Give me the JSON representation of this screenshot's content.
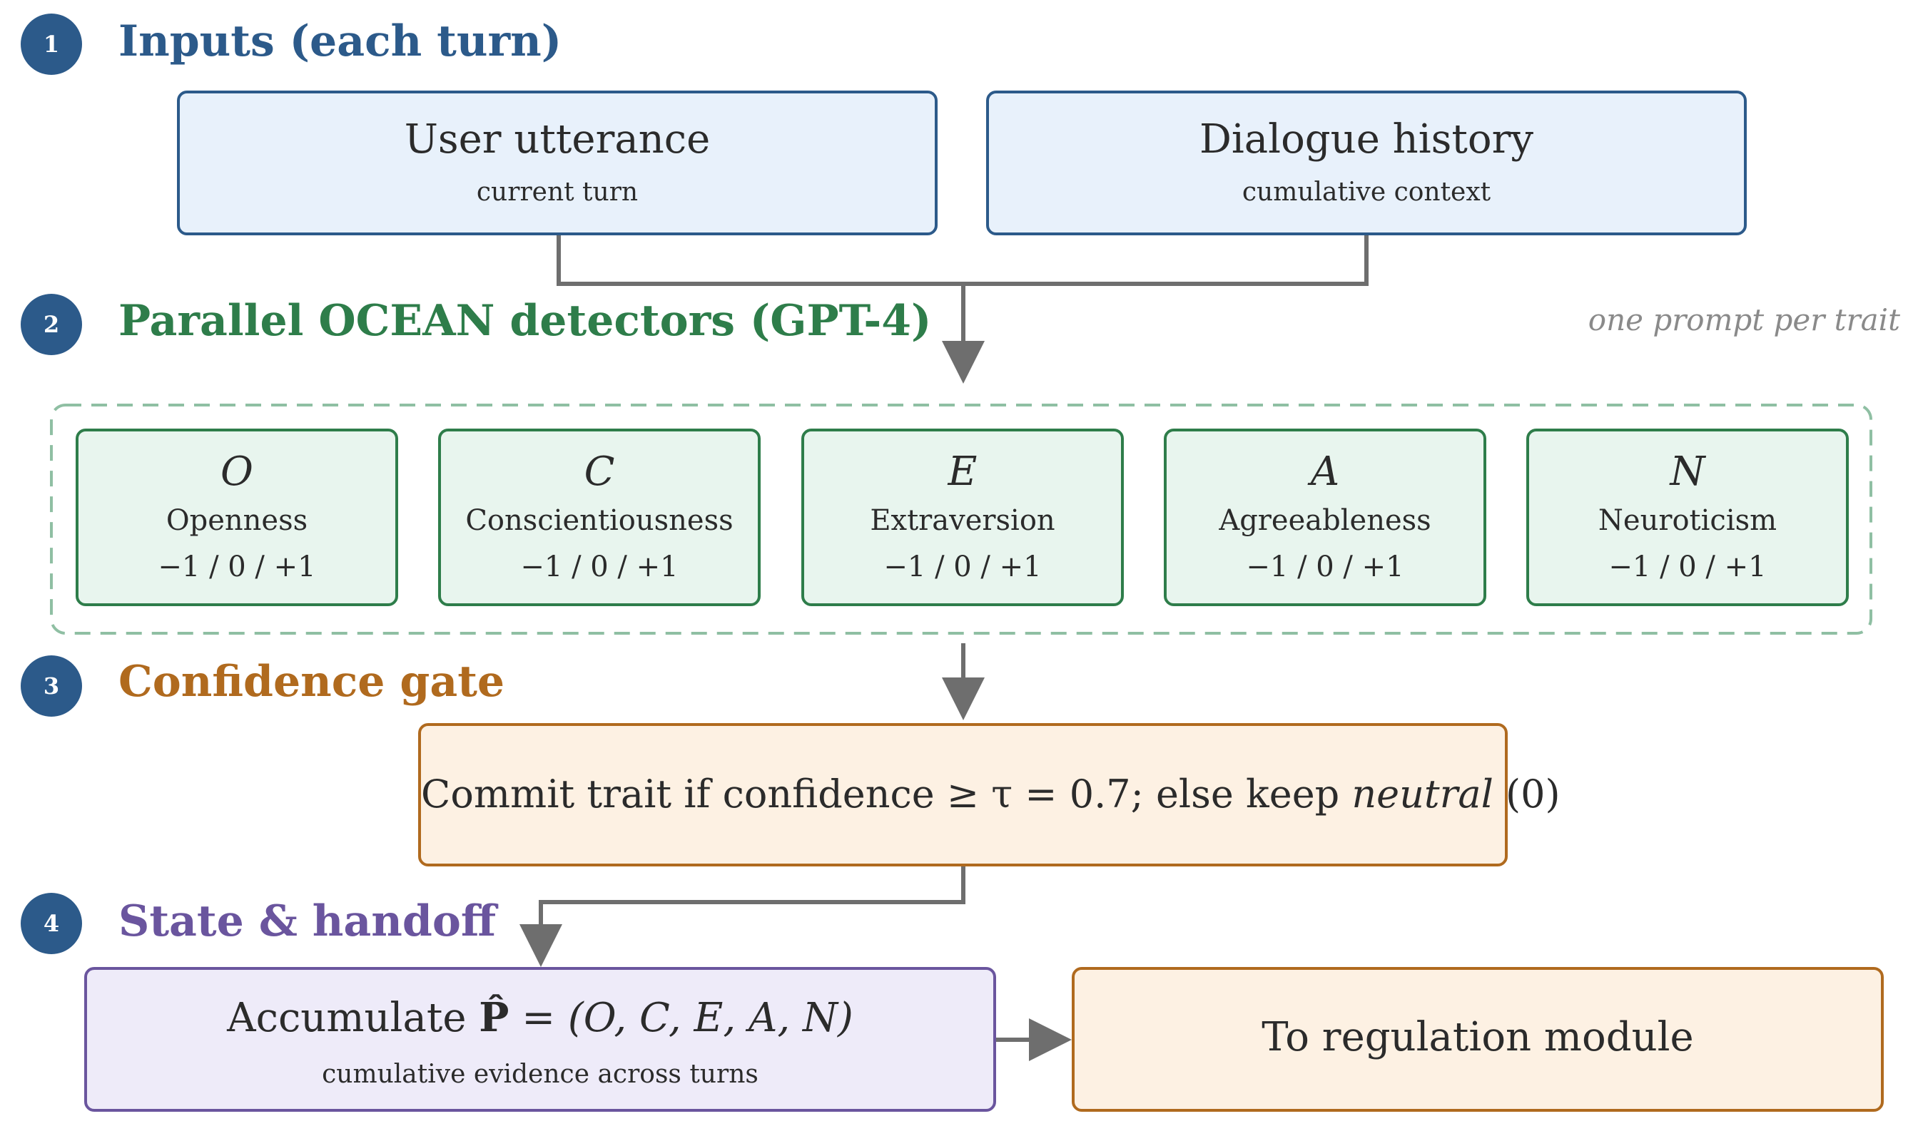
{
  "steps": [
    {
      "number": "1",
      "title": "Inputs (each turn)",
      "color": "#2c5a8a"
    },
    {
      "number": "2",
      "title": "Parallel OCEAN detectors (GPT-4)",
      "color": "#2e7d4a"
    },
    {
      "number": "3",
      "title": "Confidence gate",
      "color": "#b06a1e"
    },
    {
      "number": "4",
      "title": "State & handoff",
      "color": "#6a559e"
    }
  ],
  "inputs": [
    {
      "title": "User utterance",
      "subtitle": "current turn"
    },
    {
      "title": "Dialogue history",
      "subtitle": "cumulative context"
    }
  ],
  "detectors_note": "one prompt per trait",
  "traits": [
    {
      "letter": "O",
      "name": "Openness",
      "range": "−1 / 0 / +1"
    },
    {
      "letter": "C",
      "name": "Conscientiousness",
      "range": "−1 / 0 / +1"
    },
    {
      "letter": "E",
      "name": "Extraversion",
      "range": "−1 / 0 / +1"
    },
    {
      "letter": "A",
      "name": "Agreeableness",
      "range": "−1 / 0 / +1"
    },
    {
      "letter": "N",
      "name": "Neuroticism",
      "range": "−1 / 0 / +1"
    }
  ],
  "gate": {
    "prefix": "Commit trait if confidence ≥ τ = 0.7; else keep ",
    "emphasis": "neutral",
    "suffix": " (0)"
  },
  "state": {
    "prefix": "Accumulate ",
    "symbol": "P̂",
    "suffix": " = (O, C, E, A, N)",
    "subtitle": "cumulative evidence across turns"
  },
  "handoff": {
    "label": "To regulation module"
  },
  "colors": {
    "badge": "#2c5a8a",
    "connector": "#6e6e6e",
    "dashed_group": "#8fbfa3"
  }
}
